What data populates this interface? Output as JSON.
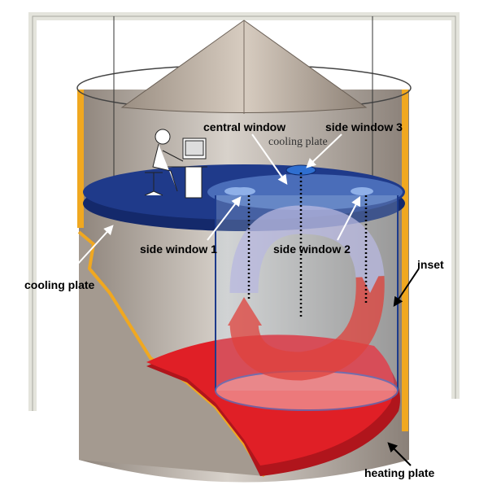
{
  "labels": {
    "central_window": "central window",
    "side_window_3": "side window 3",
    "cooling_plate_top": "cooling plate",
    "side_window_1": "side window 1",
    "side_window_2": "side window 2",
    "inset": "inset",
    "cooling_plate_left": "cooling plate",
    "heating_plate": "heating plate"
  },
  "colors": {
    "tank": "#b5aca3",
    "cooling_plate": "#1f3a8a",
    "heating_plate": "#e01f26",
    "frame": "#d8d8d0",
    "accent": "#f0a820"
  }
}
